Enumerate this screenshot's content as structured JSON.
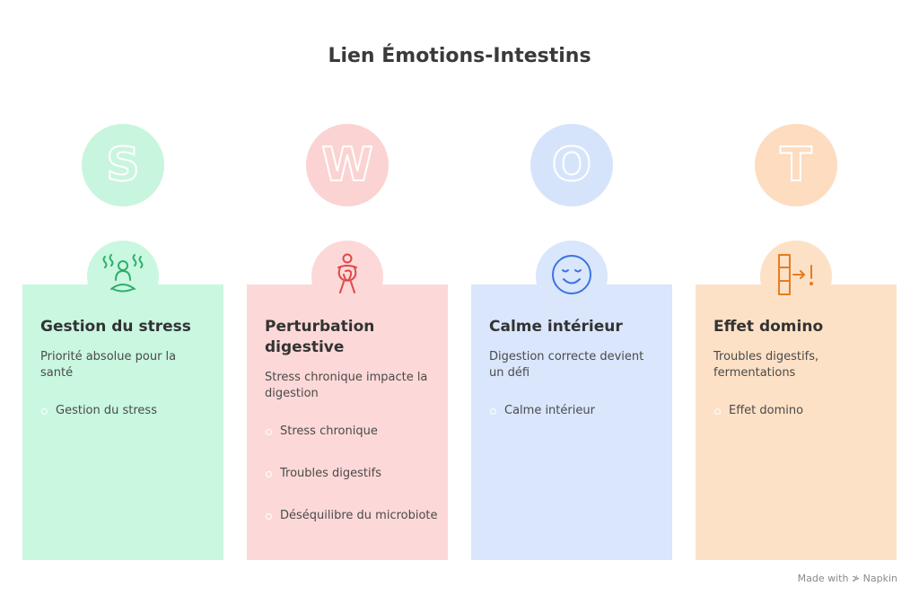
{
  "title": "Lien Émotions-Intestins",
  "columns": [
    {
      "letter": "S",
      "letter_color": "#c8f5dd",
      "card_color": "#c9f7e0",
      "icon": "meditation-steam-icon",
      "icon_color": "#2fae6b",
      "heading": "Gestion du stress",
      "description": "Priorité absolue pour la santé",
      "bullets": [
        "Gestion du stress"
      ]
    },
    {
      "letter": "W",
      "letter_color": "#fbd3d3",
      "card_color": "#fdd8d8",
      "icon": "person-knot-icon",
      "icon_color": "#e04848",
      "heading": "Perturbation digestive",
      "description": "Stress chronique impacte la digestion",
      "bullets": [
        "Stress chronique",
        "Troubles digestifs",
        "Déséquilibre du microbiote"
      ]
    },
    {
      "letter": "O",
      "letter_color": "#d6e4fb",
      "card_color": "#d9e6fc",
      "icon": "smiley-calm-icon",
      "icon_color": "#3b74e0",
      "heading": "Calme intérieur",
      "description": "Digestion correcte devient un défi",
      "bullets": [
        "Calme intérieur"
      ]
    },
    {
      "letter": "T",
      "letter_color": "#fddcc0",
      "card_color": "#fde1c6",
      "icon": "domino-arrow-icon",
      "icon_color": "#e57d20",
      "heading": "Effet domino",
      "description": "Troubles digestifs, fermentations",
      "bullets": [
        "Effet domino"
      ]
    }
  ],
  "footer": "Made with ≯ Napkin"
}
